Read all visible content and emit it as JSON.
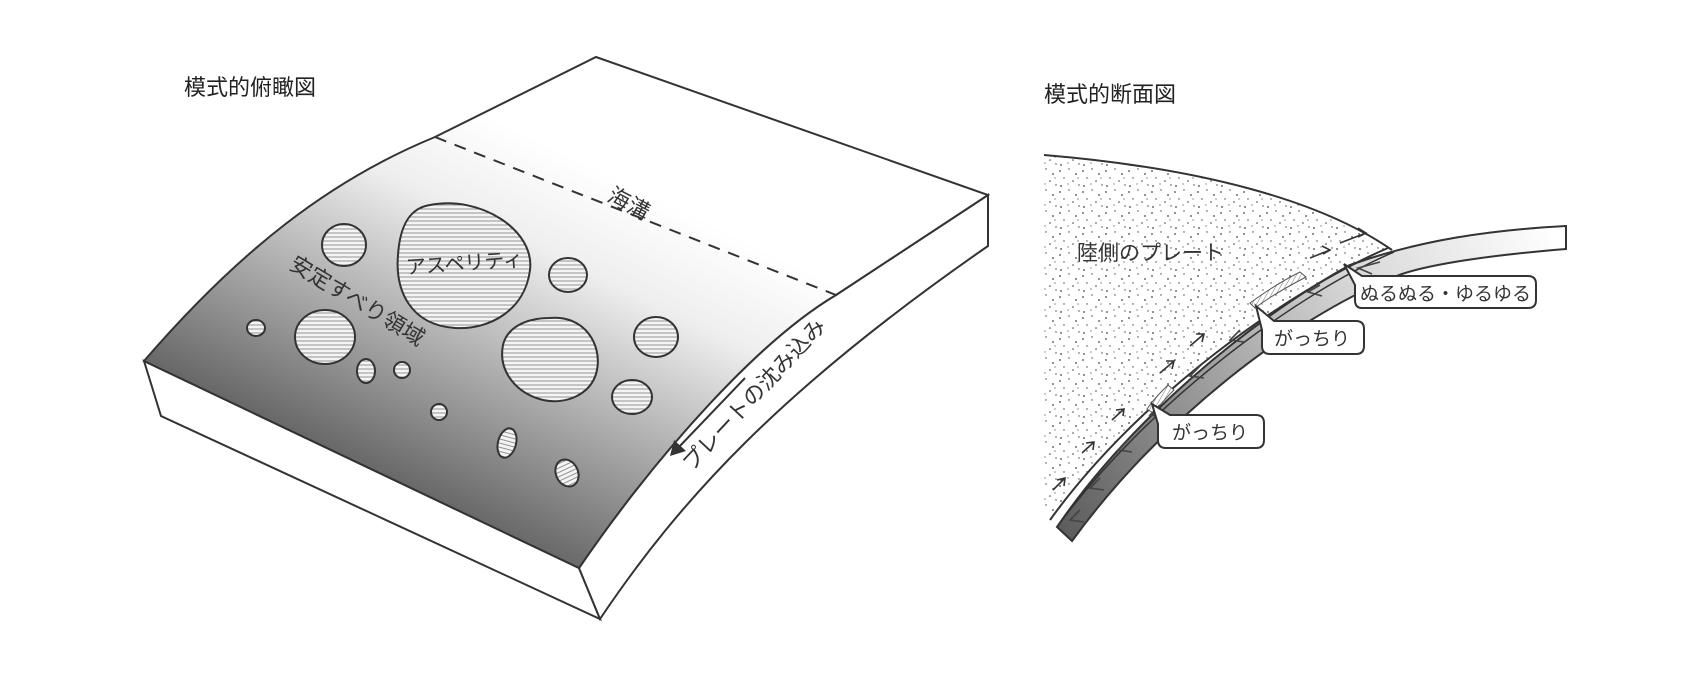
{
  "left_panel": {
    "title": "模式的俯瞰図",
    "trench_label": "海溝",
    "asperity_label": "アスペリティ",
    "stable_slip_label": "安定すべり領域",
    "subduction_label": "プレートの沈み込み"
  },
  "right_panel": {
    "title": "模式的断面図",
    "continental_plate_label": "陸側のプレート",
    "callouts": [
      {
        "label": "ぬるぬる・ゆるゆる"
      },
      {
        "label": "がっちり"
      },
      {
        "label": "がっちり"
      }
    ]
  },
  "colors": {
    "line": "#333333",
    "dark_gray": "#5a5a5a",
    "light": "#ffffff"
  }
}
